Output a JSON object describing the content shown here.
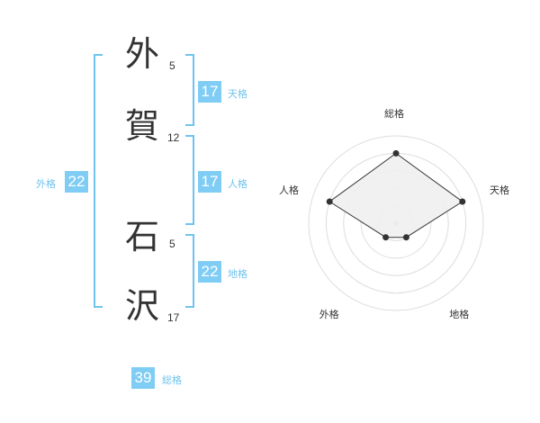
{
  "name": {
    "chars": [
      {
        "char": "外",
        "strokes": "5"
      },
      {
        "char": "賀",
        "strokes": "12"
      },
      {
        "char": "石",
        "strokes": "5"
      },
      {
        "char": "沢",
        "strokes": "17"
      }
    ]
  },
  "kakusu": {
    "tenkaku": {
      "value": "17",
      "label": "天格"
    },
    "jinkaku": {
      "value": "17",
      "label": "人格"
    },
    "chikaku": {
      "value": "22",
      "label": "地格"
    },
    "gaikaku": {
      "value": "22",
      "label": "外格"
    },
    "soukaku": {
      "value": "39",
      "label": "総格"
    }
  },
  "colors": {
    "accent": "#7fcdf5",
    "text": "#333333"
  },
  "chart_data": {
    "type": "radar",
    "axes": [
      "総格",
      "天格",
      "地格",
      "外格",
      "人格"
    ],
    "values": [
      4,
      4,
      1,
      1,
      4
    ],
    "rmax": 5,
    "rings": 5
  }
}
